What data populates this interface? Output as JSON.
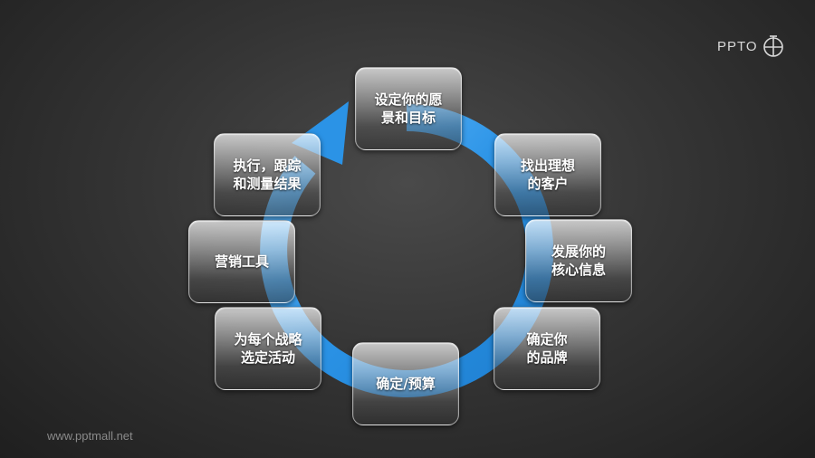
{
  "steps": [
    {
      "label": "设定你的愿\n景和目标"
    },
    {
      "label": "找出理想\n的客户"
    },
    {
      "label": "发展你的\n核心信息"
    },
    {
      "label": "确定你\n的品牌"
    },
    {
      "label": "确定/预算"
    },
    {
      "label": "为每个战略\n选定活动"
    },
    {
      "label": "营销工具"
    },
    {
      "label": "执行，跟踪\n和测量结果"
    }
  ],
  "watermark": "www.pptmall.net",
  "logo": {
    "text": "PPTO",
    "icon": "ppt-badge-icon"
  },
  "colors": {
    "arrow": "#2b93e6",
    "arrow_light": "#6cc0ff",
    "node_text": "#ffffff"
  }
}
